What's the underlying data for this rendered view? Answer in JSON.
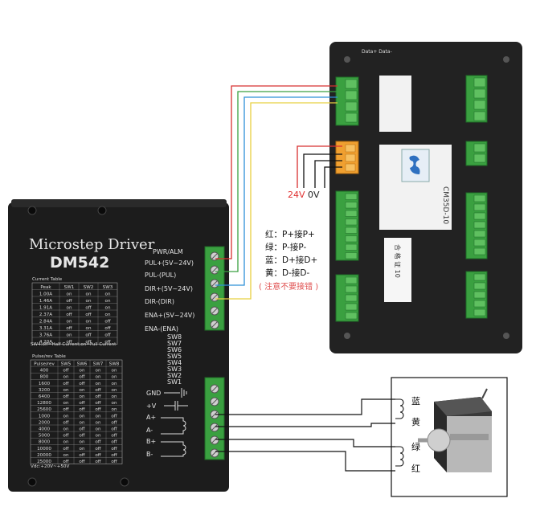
{
  "driver": {
    "title": "Microstep Driver",
    "model": "DM542",
    "current_table_title": "Current Table",
    "current_table": {
      "headers": [
        "Peak",
        "SW1",
        "SW2",
        "SW3"
      ],
      "rows": [
        [
          "1.00A",
          "on",
          "on",
          "on"
        ],
        [
          "1.46A",
          "off",
          "on",
          "on"
        ],
        [
          "1.91A",
          "on",
          "off",
          "on"
        ],
        [
          "2.37A",
          "off",
          "off",
          "on"
        ],
        [
          "2.84A",
          "on",
          "on",
          "off"
        ],
        [
          "3.31A",
          "off",
          "on",
          "off"
        ],
        [
          "3.76A",
          "on",
          "off",
          "off"
        ],
        [
          "4.20A",
          "off",
          "off",
          "off"
        ]
      ]
    },
    "sw4_note": "SW4:off=Half Current;on=Full Current",
    "pulse_table_title": "Pulse/rev Table",
    "pulse_table": {
      "headers": [
        "Pulse/rev",
        "SW5",
        "SW6",
        "SW7",
        "SW8"
      ],
      "rows": [
        [
          "400",
          "off",
          "on",
          "on",
          "on"
        ],
        [
          "800",
          "on",
          "off",
          "on",
          "on"
        ],
        [
          "1600",
          "off",
          "off",
          "on",
          "on"
        ],
        [
          "3200",
          "on",
          "on",
          "off",
          "on"
        ],
        [
          "6400",
          "off",
          "on",
          "off",
          "on"
        ],
        [
          "12800",
          "on",
          "off",
          "off",
          "on"
        ],
        [
          "25600",
          "off",
          "off",
          "off",
          "on"
        ],
        [
          "1000",
          "on",
          "on",
          "on",
          "off"
        ],
        [
          "2000",
          "off",
          "on",
          "on",
          "off"
        ],
        [
          "4000",
          "on",
          "off",
          "on",
          "off"
        ],
        [
          "5000",
          "off",
          "off",
          "on",
          "off"
        ],
        [
          "8000",
          "on",
          "on",
          "off",
          "off"
        ],
        [
          "10000",
          "off",
          "on",
          "off",
          "off"
        ],
        [
          "20000",
          "on",
          "off",
          "off",
          "off"
        ],
        [
          "25000",
          "off",
          "off",
          "off",
          "off"
        ]
      ]
    },
    "vdc_note": "Vdc:+20V~+50V",
    "pwr_alm": "PWR/ALM",
    "signal_labels": [
      "PUL+(5V~24V)",
      "PUL-(PUL)",
      "DIR+(5V~24V)",
      "DIR-(DIR)",
      "ENA+(5V~24V)",
      "ENA-(ENA)"
    ],
    "switch_labels": [
      "SW8",
      "SW7",
      "SW6",
      "SW5",
      "SW4",
      "SW3",
      "SW2",
      "SW1"
    ],
    "power_labels": [
      "GND",
      "+V",
      "A+",
      "A-",
      "B+",
      "B-"
    ]
  },
  "controller": {
    "label_top": "Data+ Data-",
    "model": "CM35D-10",
    "cert": "合 格 证  10"
  },
  "legend": {
    "lines": [
      "红：P+接P+",
      "绿：P-接P-",
      "蓝：D+接D+",
      "黄：D-接D-"
    ],
    "warning": "( 注意不要接错 )"
  },
  "power_supply": {
    "v24": "24V",
    "v0": "0V"
  },
  "motor": {
    "coil_labels": [
      "蓝",
      "黄",
      "绿",
      "红"
    ]
  },
  "colors": {
    "red": "#d83030",
    "green": "#3aa040",
    "blue": "#2e90d8",
    "yellow": "#e8d040",
    "terminal_green": "#3aa040",
    "terminal_orange": "#f0a030",
    "driver_body": "#1c1c1c",
    "controller_body": "#222222"
  }
}
